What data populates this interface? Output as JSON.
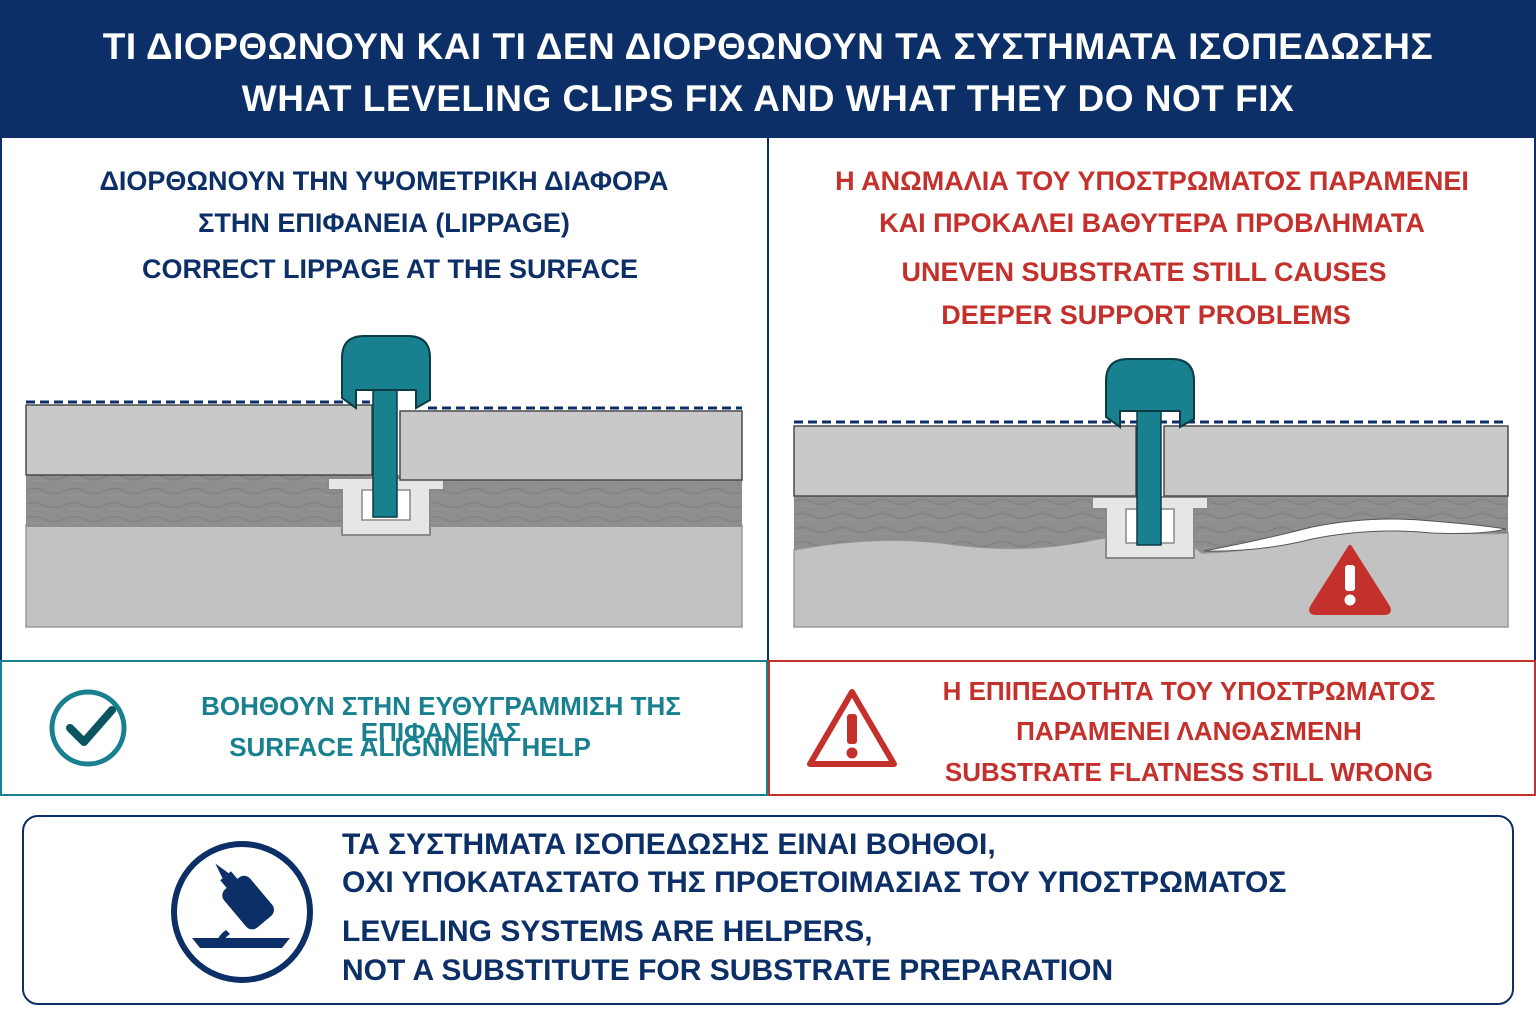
{
  "header": {
    "title_greek": "ΤΙ ΔΙΟΡΘΩΝΟΥΝ ΚΑΙ ΤΙ ΔΕΝ ΔΙΟΡΘΩΝΟΥΝ ΤΑ ΣΥΣΤΗΜΑΤΑ ΙΣΟΠΕΔΩΣΗΣ",
    "title_english": "WHAT LEVELING CLIPS FIX AND WHAT THEY DO NOT FIX"
  },
  "left_panel": {
    "greek_line1": "ΔΙΟΡΘΩΝΟΥΝ ΤΗΝ ΥΨΟΜΕΤΡΙΚΗ ΔΙΑΦΟΡΑ",
    "greek_line2": "ΣΤΗΝ ΕΠΙΦΑΝΕΙΑ (LIPPAGE)",
    "english_line1": "CORRECT LIPPAGE AT THE SURFACE",
    "result_greek": "ΒΟΗΘΟΥΝ ΣΤΗΝ ΕΥΘΥΓΡΑΜΜΙΣΗ ΤΗΣ ΕΠΙΦΑΝΕΙΑΣ",
    "result_english": "SURFACE ALIGNMENT HELP",
    "result_icon": "check-circle-icon"
  },
  "right_panel": {
    "greek_line1": "Η ΑΝΩΜΑΛΙΑ ΤΟΥ ΥΠΟΣΤΡΩΜΑΤΟΣ ΠΑΡΑΜΕΝΕΙ",
    "greek_line2": "ΚΑΙ ΠΡΟΚΑΛΕΙ ΒΑΘΥΤΕΡΑ ΠΡΟΒΛΗΜΑΤΑ",
    "english_line1": "UNEVEN SUBSTRATE STILL CAUSES",
    "english_line2": "DEEPER SUPPORT PROBLEMS",
    "result_greek_line1": "Η ΕΠΙΠΕΔΟΤΗΤΑ ΤΟΥ ΥΠΟΣΤΡΩΜΑΤΟΣ",
    "result_greek_line2": "ΠΑΡΑΜΕΝΕΙ ΛΑΝΘΑΣΜΕΝΗ",
    "result_english": "SUBSTRATE FLATNESS STILL WRONG",
    "result_icon": "warning-triangle-icon"
  },
  "bottom": {
    "greek_line1": "ΤΑ ΣΥΣΤΗΜΑΤΑ ΙΣΟΠΕΔΩΣΗΣ ΕΙΝΑΙ ΒΟΗΘΟΙ,",
    "greek_line2": "ΟΧΙ ΥΠΟΚΑΤΑΣΤΑΤΟ ΤΗΣ ΠΡΟΕΤΟΙΜΑΣΙΑΣ ΤΟΥ ΥΠΟΣΤΡΩΜΑΤΟΣ",
    "english_line1": "LEVELING SYSTEMS ARE HELPERS,",
    "english_line2": "NOT A SUBSTITUTE FOR SUBSTRATE PREPARATION",
    "icon": "primer-bottle-icon"
  },
  "colors": {
    "navy": "#0b2f66",
    "teal": "#18808f",
    "red": "#c4302b",
    "tile": "#c9c9c9",
    "adhesive": "#8e8e8e",
    "substrate": "#c2c2c2"
  }
}
